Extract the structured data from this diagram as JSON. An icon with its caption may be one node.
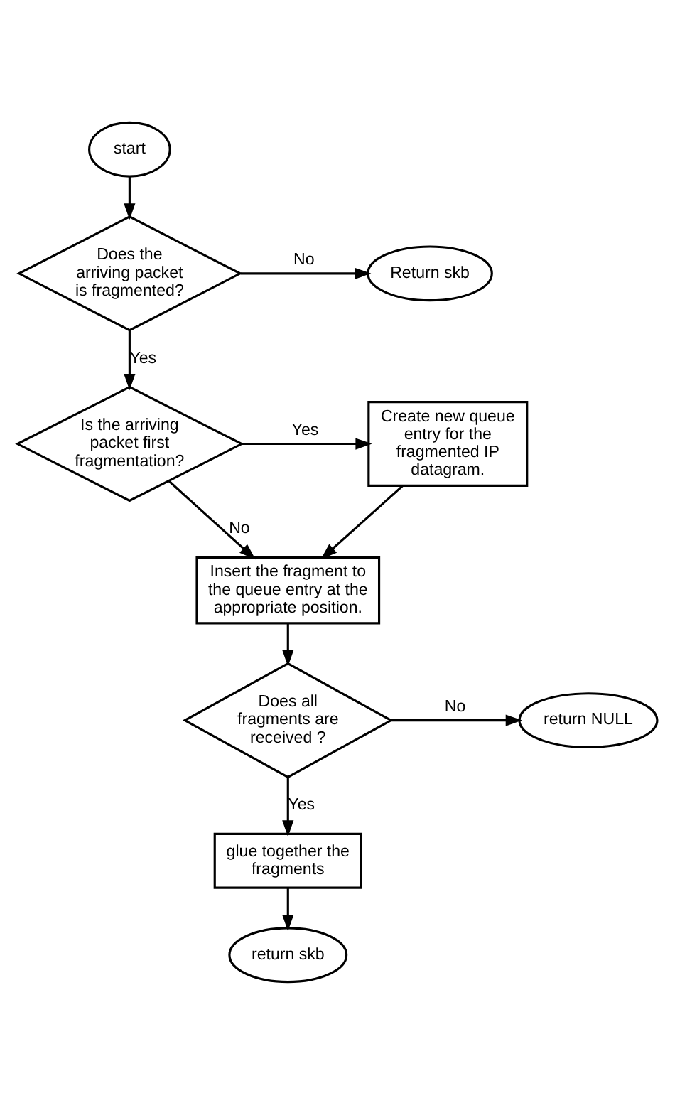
{
  "diagram": {
    "nodes": [
      {
        "text": [
          "start"
        ]
      },
      {
        "text": [
          "Does the arriving packet is fragmented?"
        ]
      },
      {
        "text": [
          "Return skb"
        ]
      },
      {
        "text": [
          "Is the arriving packet first fragmentation?"
        ]
      },
      {
        "text": [
          "Create new queue entry for the fragmented IP datagram."
        ]
      },
      {
        "text": [
          "Insert the fragment to the queue entry at the appropriate position."
        ]
      },
      {
        "text": [
          "Does all fragments are received ?"
        ]
      },
      {
        "text": [
          "return NULL"
        ]
      },
      {
        "text": [
          "glue together the fragments"
        ]
      },
      {
        "text": [
          "return skb"
        ]
      }
    ],
    "edges": [
      {
        "from": 0,
        "to": 1,
        "arrow": "to"
      },
      {
        "from": 1,
        "to": 2,
        "arrow": "to",
        "label": "No"
      },
      {
        "from": 1,
        "to": 3,
        "arrow": "to",
        "label": "Yes"
      },
      {
        "from": 3,
        "to": 4,
        "arrow": "to",
        "label": "Yes"
      },
      {
        "from": 3,
        "to": 5,
        "arrow": "to",
        "label": "No"
      },
      {
        "from": 4,
        "to": 5,
        "arrow": "to"
      },
      {
        "from": 5,
        "to": 6,
        "arrow": "to"
      },
      {
        "from": 6,
        "to": 7,
        "arrow": "to",
        "label": "No"
      },
      {
        "from": 6,
        "to": 8,
        "arrow": "to",
        "label": "Yes"
      },
      {
        "from": 8,
        "to": 9,
        "arrow": "to"
      }
    ]
  }
}
